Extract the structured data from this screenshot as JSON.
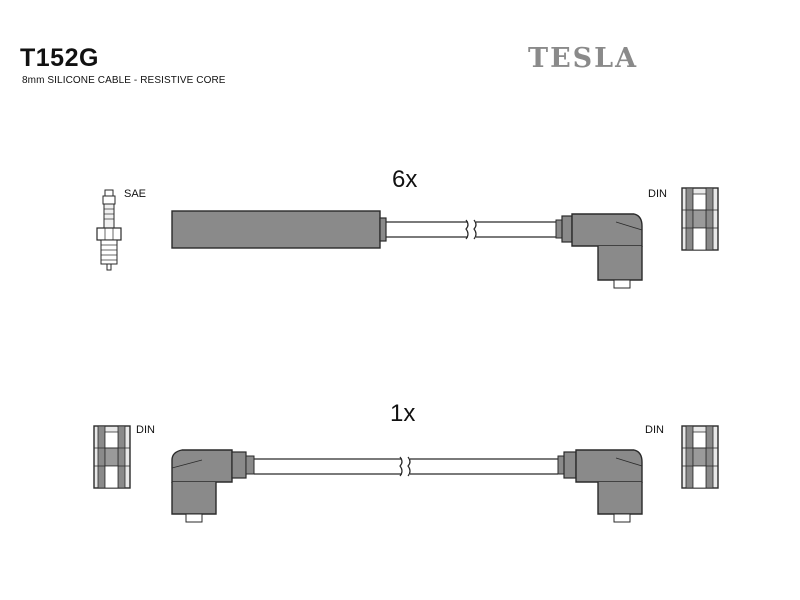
{
  "header": {
    "part_number": "T152G",
    "description": "8mm SILICONE CABLE - RESISTIVE CORE",
    "brand": "TESLA"
  },
  "rows": [
    {
      "quantity": "6x",
      "left_terminal": "SAE",
      "right_terminal": "DIN"
    },
    {
      "quantity": "1x",
      "left_terminal": "DIN",
      "right_terminal": "DIN"
    }
  ],
  "colors": {
    "boot_fill": "#8a8a8a",
    "outline": "#2a2a2a",
    "brand_gray": "#8a8a8a"
  }
}
